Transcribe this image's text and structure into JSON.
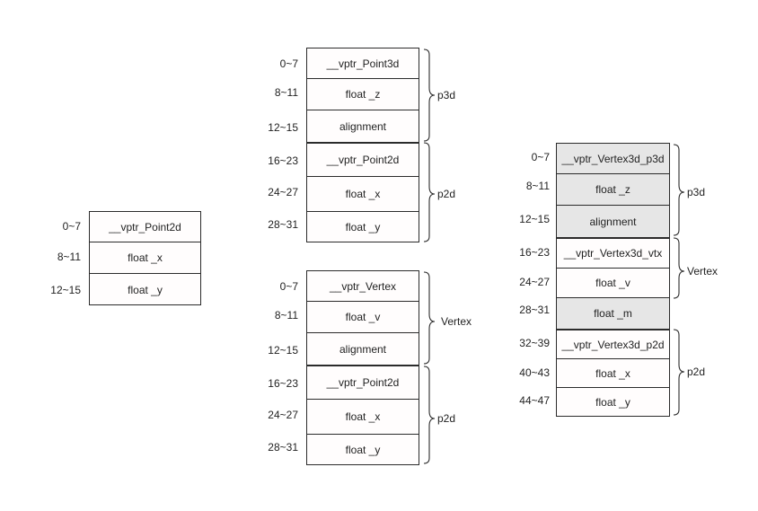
{
  "diagram": {
    "point2d": {
      "rows": [
        {
          "offset": "0~7",
          "field": "__vptr_Point2d"
        },
        {
          "offset": "8~11",
          "field": "float _x"
        },
        {
          "offset": "12~15",
          "field": "float _y"
        }
      ]
    },
    "point3d": {
      "rows": [
        {
          "offset": "0~7",
          "field": "__vptr_Point3d"
        },
        {
          "offset": "8~11",
          "field": "float _z"
        },
        {
          "offset": "12~15",
          "field": "alignment"
        },
        {
          "offset": "16~23",
          "field": "__vptr_Point2d"
        },
        {
          "offset": "24~27",
          "field": "float _x"
        },
        {
          "offset": "28~31",
          "field": "float _y"
        }
      ],
      "groups": [
        "p3d",
        "p2d"
      ]
    },
    "vertex": {
      "rows": [
        {
          "offset": "0~7",
          "field": "__vptr_Vertex"
        },
        {
          "offset": "8~11",
          "field": "float _v"
        },
        {
          "offset": "12~15",
          "field": "alignment"
        },
        {
          "offset": "16~23",
          "field": "__vptr_Point2d"
        },
        {
          "offset": "24~27",
          "field": "float _x"
        },
        {
          "offset": "28~31",
          "field": "float _y"
        }
      ],
      "groups": [
        "Vertex",
        "p2d"
      ]
    },
    "vertex3d": {
      "rows": [
        {
          "offset": "0~7",
          "field": "__vptr_Vertex3d_p3d"
        },
        {
          "offset": "8~11",
          "field": "float _z"
        },
        {
          "offset": "12~15",
          "field": "alignment"
        },
        {
          "offset": "16~23",
          "field": "__vptr_Vertex3d_vtx"
        },
        {
          "offset": "24~27",
          "field": "float _v"
        },
        {
          "offset": "28~31",
          "field": "float _m"
        },
        {
          "offset": "32~39",
          "field": "__vptr_Vertex3d_p2d"
        },
        {
          "offset": "40~43",
          "field": "float _x"
        },
        {
          "offset": "44~47",
          "field": "float _y"
        }
      ],
      "groups": [
        "p3d",
        "Vertex",
        "p2d"
      ]
    },
    "colors": {
      "border": "#2b2b2b",
      "cell_fill": "#fffdfd",
      "shaded_fill": "#e6e6e6",
      "text": "#222222"
    }
  }
}
